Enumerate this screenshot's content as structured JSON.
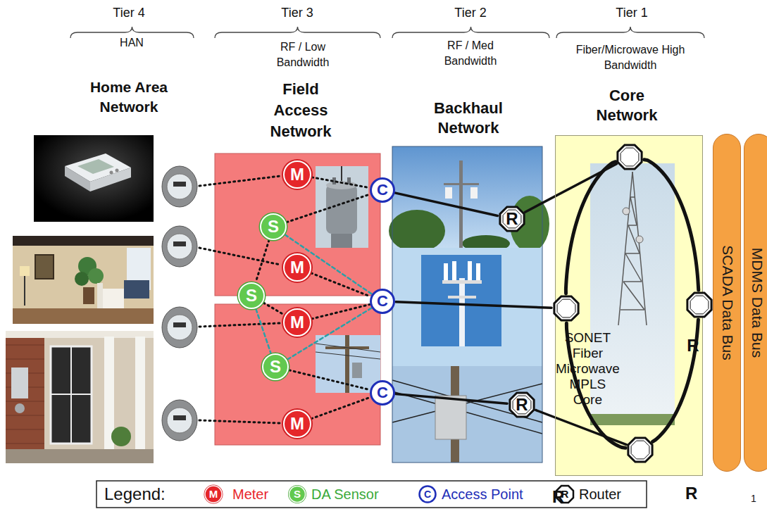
{
  "diagram": {
    "nodes": [
      {
        "text": [
          "M"
        ]
      },
      {
        "text": [
          "S"
        ]
      },
      {
        "text": [
          "M"
        ]
      },
      {
        "text": [
          "S"
        ]
      },
      {
        "text": [
          "M"
        ]
      },
      {
        "text": [
          "S"
        ]
      },
      {
        "text": [
          "M"
        ]
      },
      {
        "text": [
          "C"
        ]
      },
      {
        "text": [
          "C"
        ]
      },
      {
        "text": [
          "C"
        ]
      },
      {
        "text": [
          "R"
        ]
      },
      {
        "text": [
          "R"
        ]
      },
      {
        "text": [
          "SONET Fiber Microwave MPLS Core"
        ]
      },
      {
        "text": [
          "R"
        ],
        "in": 12
      },
      {
        "text": [
          "R"
        ],
        "in": 12
      },
      {
        "text": [
          "R"
        ],
        "in": 12
      },
      {
        "text": [
          "R"
        ],
        "in": 12
      },
      {
        "text": [
          "SCADA Data Bus"
        ]
      },
      {
        "text": [
          "MDMS Data Bus"
        ]
      }
    ],
    "edges": [
      {
        "from": 0,
        "to": 7,
        "arrow": "none"
      },
      {
        "from": 1,
        "to": 7,
        "arrow": "none"
      },
      {
        "from": 1,
        "to": 8,
        "arrow": "none"
      },
      {
        "from": 1,
        "to": 3,
        "arrow": "none"
      },
      {
        "from": 2,
        "to": 8,
        "arrow": "none"
      },
      {
        "from": 3,
        "to": 4,
        "arrow": "none"
      },
      {
        "from": 3,
        "to": 5,
        "arrow": "none"
      },
      {
        "from": 4,
        "to": 8,
        "arrow": "none"
      },
      {
        "from": 5,
        "to": 8,
        "arrow": "none"
      },
      {
        "from": 5,
        "to": 9,
        "arrow": "none"
      },
      {
        "from": 6,
        "to": 9,
        "arrow": "none"
      },
      {
        "from": 7,
        "to": 10,
        "arrow": "none"
      },
      {
        "from": 8,
        "to": 14,
        "arrow": "none"
      },
      {
        "from": 9,
        "to": 11,
        "arrow": "none"
      },
      {
        "from": 10,
        "to": 13,
        "arrow": "none"
      },
      {
        "from": 11,
        "to": 16,
        "arrow": "none"
      },
      {
        "from": 13,
        "to": 14,
        "arrow": "none"
      },
      {
        "from": 14,
        "to": 16,
        "arrow": "none"
      },
      {
        "from": 16,
        "to": 15,
        "arrow": "none"
      },
      {
        "from": 15,
        "to": 13,
        "arrow": "none"
      }
    ],
    "labels": [
      "Tier 4",
      "HAN",
      "Tier 3",
      "RF / Low Bandwidth",
      "Tier 2",
      "RF / Med Bandwidth",
      "Tier 1",
      "Fiber/Microwave High Bandwidth",
      "Home Area Network",
      "Field Access Network",
      "Backhaul Network",
      "Core Network",
      "Legend:",
      "M",
      "S",
      "C",
      "R",
      "1"
    ],
    "legend": [
      {
        "text": "Meter"
      },
      {
        "text": "DA Sensor"
      },
      {
        "text": "Access Point"
      },
      {
        "text": "Router"
      }
    ]
  }
}
